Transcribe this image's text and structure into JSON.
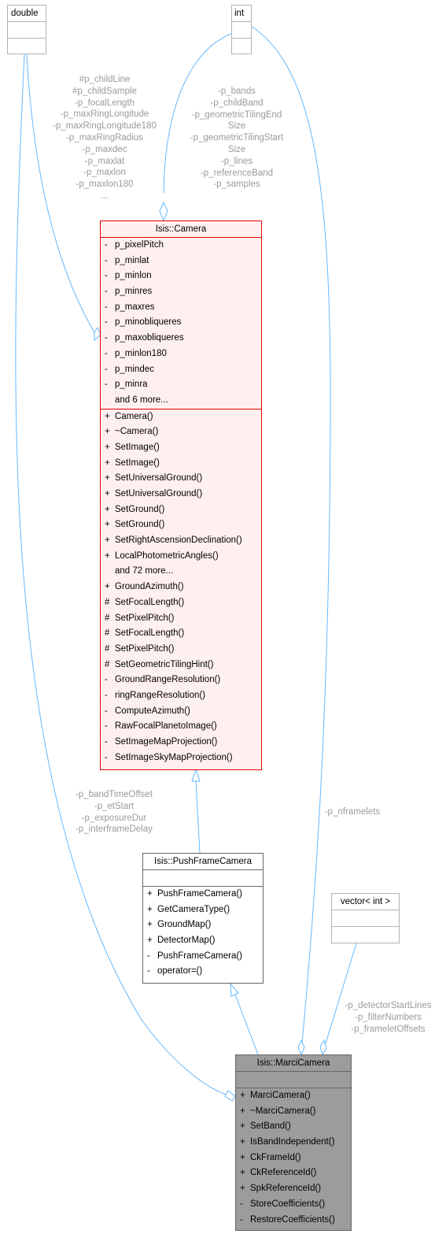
{
  "classes": {
    "double": {
      "name": "double"
    },
    "int": {
      "name": "int"
    },
    "vector_int": {
      "name": "vector< int >"
    },
    "camera": {
      "name": "Isis::Camera",
      "attributes": [
        {
          "vis": "-",
          "name": "p_pixelPitch"
        },
        {
          "vis": "-",
          "name": "p_minlat"
        },
        {
          "vis": "-",
          "name": "p_minlon"
        },
        {
          "vis": "-",
          "name": "p_minres"
        },
        {
          "vis": "-",
          "name": "p_maxres"
        },
        {
          "vis": "-",
          "name": "p_minobliqueres"
        },
        {
          "vis": "-",
          "name": "p_maxobliqueres"
        },
        {
          "vis": "-",
          "name": "p_minlon180"
        },
        {
          "vis": "-",
          "name": "p_mindec"
        },
        {
          "vis": "-",
          "name": "p_minra"
        }
      ],
      "attributes_more": "and 6 more...",
      "methods": [
        {
          "vis": "+",
          "name": "Camera()"
        },
        {
          "vis": "+",
          "name": "~Camera()"
        },
        {
          "vis": "+",
          "name": "SetImage()"
        },
        {
          "vis": "+",
          "name": "SetImage()"
        },
        {
          "vis": "+",
          "name": "SetUniversalGround()"
        },
        {
          "vis": "+",
          "name": "SetUniversalGround()"
        },
        {
          "vis": "+",
          "name": "SetGround()"
        },
        {
          "vis": "+",
          "name": "SetGround()"
        },
        {
          "vis": "+",
          "name": "SetRightAscensionDeclination()"
        },
        {
          "vis": "+",
          "name": "LocalPhotometricAngles()"
        }
      ],
      "methods_more": "and 72 more...",
      "methods2": [
        {
          "vis": "+",
          "name": "GroundAzimuth()"
        },
        {
          "vis": "#",
          "name": "SetFocalLength()"
        },
        {
          "vis": "#",
          "name": "SetPixelPitch()"
        },
        {
          "vis": "#",
          "name": "SetFocalLength()"
        },
        {
          "vis": "#",
          "name": "SetPixelPitch()"
        },
        {
          "vis": "#",
          "name": "SetGeometricTilingHint()"
        },
        {
          "vis": "-",
          "name": "GroundRangeResolution()"
        },
        {
          "vis": "-",
          "name": "ringRangeResolution()"
        },
        {
          "vis": "-",
          "name": "ComputeAzimuth()"
        },
        {
          "vis": "-",
          "name": "RawFocalPlanetoImage()"
        },
        {
          "vis": "-",
          "name": "SetImageMapProjection()"
        },
        {
          "vis": "-",
          "name": "SetImageSkyMapProjection()"
        }
      ]
    },
    "pushframe": {
      "name": "Isis::PushFrameCamera",
      "methods": [
        {
          "vis": "+",
          "name": "PushFrameCamera()"
        },
        {
          "vis": "+",
          "name": "GetCameraType()"
        },
        {
          "vis": "+",
          "name": "GroundMap()"
        },
        {
          "vis": "+",
          "name": "DetectorMap()"
        },
        {
          "vis": "-",
          "name": "PushFrameCamera()"
        },
        {
          "vis": "-",
          "name": "operator=()"
        }
      ]
    },
    "marci": {
      "name": "Isis::MarciCamera",
      "methods": [
        {
          "vis": "+",
          "name": "MarciCamera()"
        },
        {
          "vis": "+",
          "name": "~MarciCamera()"
        },
        {
          "vis": "+",
          "name": "SetBand()"
        },
        {
          "vis": "+",
          "name": "IsBandIndependent()"
        },
        {
          "vis": "+",
          "name": "CkFrameId()"
        },
        {
          "vis": "+",
          "name": "CkReferenceId()"
        },
        {
          "vis": "+",
          "name": "SpkReferenceId()"
        },
        {
          "vis": "-",
          "name": "StoreCoefficients()"
        },
        {
          "vis": "-",
          "name": "RestoreCoefficients()"
        }
      ]
    }
  },
  "edge_labels": {
    "double_camera": [
      "#p_childLine",
      "#p_childSample",
      "-p_focalLength",
      "-p_maxRingLongitude",
      "-p_maxRingLongitude180",
      "-p_maxRingRadius",
      "-p_maxdec",
      "-p_maxlat",
      "-p_maxlon",
      "-p_maxlon180",
      "..."
    ],
    "int_camera": [
      "-p_bands",
      "-p_childBand",
      "-p_geometricTilingEnd",
      "Size",
      "-p_geometricTilingStart",
      "Size",
      "-p_lines",
      "-p_referenceBand",
      "-p_samples"
    ],
    "double_marci": [
      "-p_bandTimeOffset",
      "-p_etStart",
      "-p_exposureDur",
      "-p_interframeDelay"
    ],
    "int_marci": [
      "-p_nframelets"
    ],
    "vector_marci": [
      "-p_detectorStartLines",
      "-p_filterNumbers",
      "-p_frameletOffsets"
    ]
  },
  "colors": {
    "edge": "#63b8ff",
    "label": "#9a9a9a",
    "camera_border": "#e60000",
    "camera_fill": "#fff0f0",
    "marci_fill": "#9c9c9c"
  }
}
